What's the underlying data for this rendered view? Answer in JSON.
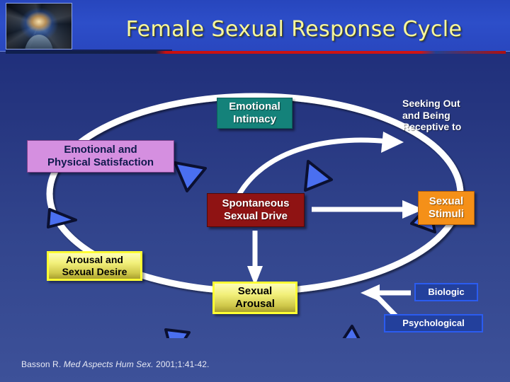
{
  "slide": {
    "title": "Female Sexual Response Cycle",
    "background_top_color": "#1b2a78",
    "background_bottom_color": "#3d5199",
    "header_color": "#2d4ec9",
    "title_color": "#f6f6a0",
    "accent_rule_color": "#c81010"
  },
  "logo": {
    "name": "brain-head-illustration",
    "alt": "Stylized illustration of a human head with glowing brain"
  },
  "nodes": [
    {
      "id": "emotional-intimacy",
      "label": "Emotional\nIntimacy",
      "background": "#14827a",
      "text_color": "#ffffff"
    },
    {
      "id": "seeking-out",
      "label": "Seeking Out\nand Being\nReceptive to",
      "background": "none",
      "text_color": "#ffffff"
    },
    {
      "id": "emotional-physical-satisfaction",
      "label": "Emotional and\nPhysical Satisfaction",
      "background": "#d58fe0",
      "text_color": "#111a4d"
    },
    {
      "id": "spontaneous-sexual-drive",
      "label": "Spontaneous\nSexual Drive",
      "background": "#8f1313",
      "text_color": "#ffffff"
    },
    {
      "id": "sexual-stimuli",
      "label": "Sexual\nStimuli",
      "background": "#f59018",
      "text_color": "#ffffff"
    },
    {
      "id": "arousal-and-sexual-desire",
      "label": "Arousal and\nSexual Desire",
      "background": "#f2f07a",
      "text_color": "#000000"
    },
    {
      "id": "sexual-arousal",
      "label": "Sexual\nArousal",
      "background": "#f2f07a",
      "text_color": "#000000"
    },
    {
      "id": "biologic",
      "label": "Biologic",
      "background": "#23409c",
      "text_color": "#ffffff"
    },
    {
      "id": "psychological",
      "label": "Psychological",
      "background": "#23409c",
      "text_color": "#ffffff"
    }
  ],
  "labels": {
    "emotional_intimacy": "Emotional\nIntimacy",
    "seeking_out": "Seeking Out\nand Being\nReceptive to",
    "emotional_physical": "Emotional and\nPhysical Satisfaction",
    "spontaneous_drive": "Spontaneous\nSexual Drive",
    "sexual_stimuli": "Sexual\nStimuli",
    "arousal_desire": "Arousal and\nSexual Desire",
    "sexual_arousal": "Sexual\nArousal",
    "biologic": "Biologic",
    "psychological": "Psychological"
  },
  "cycle": {
    "shape": "ellipse",
    "stroke_color": "#ffffff",
    "arrowhead_fill": "#4a6ff0",
    "arrowhead_stroke": "#0b1030",
    "direction": "clockwise",
    "arrowhead_count": 6
  },
  "citation": {
    "author": "Basson R.",
    "journal": "Med Aspects Hum Sex.",
    "reference": "2001;1:41-42."
  }
}
